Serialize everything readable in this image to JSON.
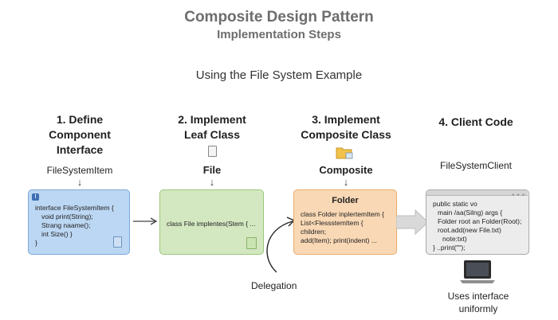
{
  "header": {
    "title": "Composite Design Pattern",
    "subtitle": "Implementation Steps",
    "example": "Using the File System Example"
  },
  "steps": [
    {
      "title_line1": "1. Define",
      "title_line2": "Component",
      "title_line3": "Interface",
      "label": "FileSystemItem"
    },
    {
      "title_line1": "2. Implement",
      "title_line2": "Leaf Class",
      "label": "File"
    },
    {
      "title_line1": "3. Implement",
      "title_line2": "Composite Class",
      "label": "Composite"
    },
    {
      "title_line1": "4. Client Code",
      "label": "FileSystemClient"
    }
  ],
  "boxes": {
    "interface": [
      "interface FileSystemItem {",
      "void print(String);",
      "Strang naame();",
      "int Size() }",
      "}"
    ],
    "leaf": [
      "class File implentes(Stem { ..."
    ],
    "composite_title": "Folder",
    "composite": [
      "class Folder inplertemItem {",
      "List<FlessstemItem {",
      "children;",
      "add(Item); print(indent) ..."
    ],
    "client": [
      "public static vo",
      "main /aa(Silng) args {",
      "Folder root an Folder(Root);",
      "root.add(new File.txt)",
      "note:txt)",
      "} ..print(\"\");"
    ]
  },
  "labels": {
    "delegation": "Delegation",
    "uses_line1": "Uses interface",
    "uses_line2": "uniformly"
  },
  "colors": {
    "blue": "#bcd7f3",
    "green": "#d3e8c1",
    "orange": "#f9d8b5",
    "gray": "#ececec",
    "title": "#6d6d6d"
  },
  "icons": [
    "info-icon",
    "document-icon",
    "file-icon",
    "folder-icon",
    "laptop-icon",
    "down-arrow-icon",
    "right-arrow-icon"
  ]
}
